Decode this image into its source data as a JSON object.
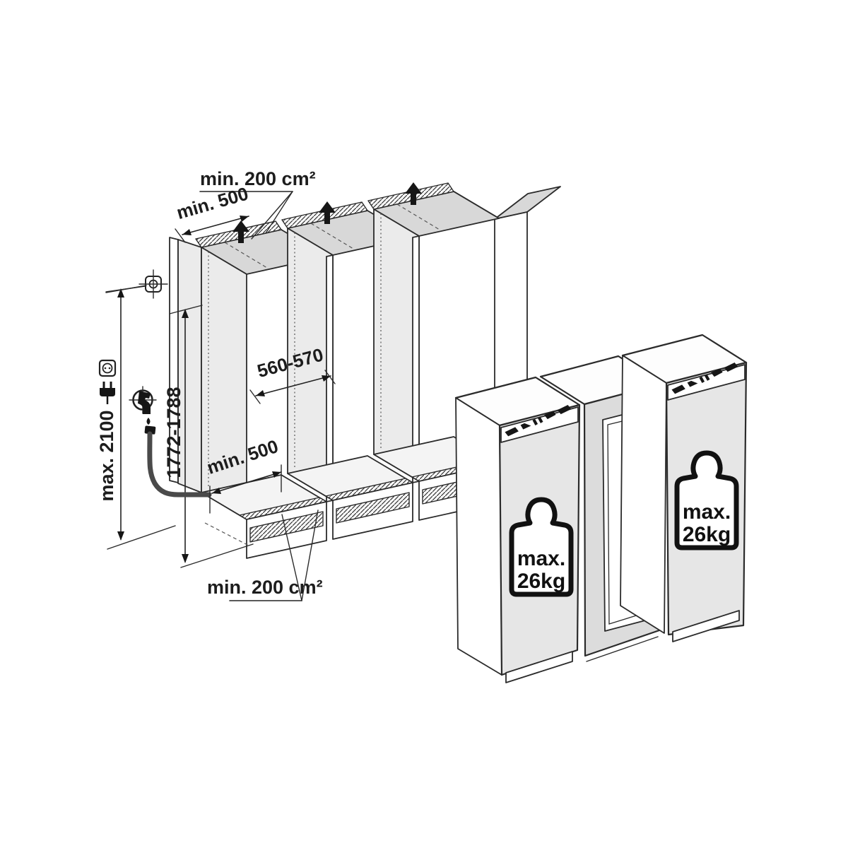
{
  "diagram_title": "Built-in appliance installation diagram",
  "niche": {
    "top_vent_label": "min. 200 cm²",
    "top_clearance_label": "min. 500",
    "width_label": "560-570",
    "height_label": "1772-1788",
    "power_height_label": "max. 2100",
    "floor_clearance_label": "min. 500",
    "bottom_vent_label": "min. 200 cm²"
  },
  "units": {
    "left_weight": {
      "prefix": "max.",
      "value": "26kg"
    },
    "right_weight": {
      "prefix": "max.",
      "value": "26kg"
    }
  },
  "icons": {
    "airflow": "up-arrow",
    "electrical": [
      "junction-box",
      "power-socket",
      "power-plug"
    ],
    "water": [
      "tap",
      "drip",
      "drain-hose"
    ],
    "weight": "max-door-weight"
  },
  "colors": {
    "line": "#2b2b2b",
    "ceiling": "#d8d8d8",
    "wall": "#ebebeb",
    "floor": "#f4f4f4",
    "unit_front": "#e6e6e6",
    "unit_front_recessed": "#dcdcdc",
    "hose": "#4a4a4a",
    "ink": "#161616",
    "background": "#ffffff"
  }
}
